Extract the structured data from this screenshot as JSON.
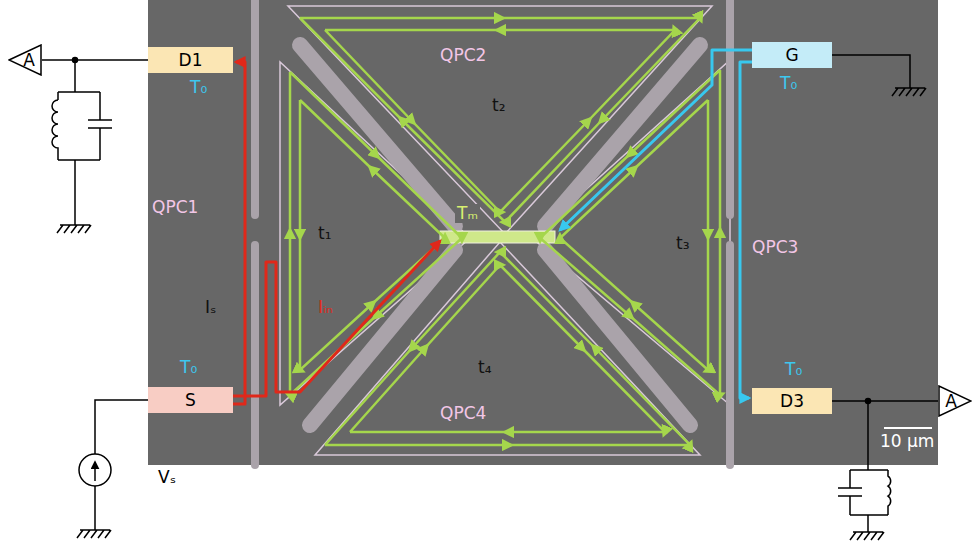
{
  "diagram": {
    "nodes": [
      {
        "text": [
          "A"
        ]
      },
      {
        "text": [
          "D1"
        ]
      },
      {
        "text": [
          "G"
        ]
      },
      {
        "text": [
          "S"
        ]
      },
      {
        "text": [
          "D3"
        ]
      },
      {
        "text": [
          "A"
        ]
      }
    ],
    "edges": [
      {
        "from": 1,
        "to": 0,
        "arrow": "none"
      },
      {
        "from": 4,
        "to": 5,
        "arrow": "none"
      }
    ],
    "labels": [
      "QPC2",
      "t₂",
      "T₀",
      "T₀",
      "QPC1",
      "t₁",
      "Tₘ",
      "t₃",
      "QPC3",
      "Iₛ",
      "Iᵢₙ",
      "T₀",
      "T₀",
      "t₄",
      "QPC4",
      "Vₛ",
      "10 μm"
    ]
  }
}
